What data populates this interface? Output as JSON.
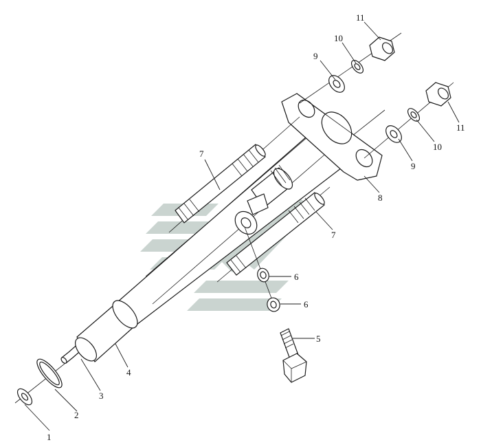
{
  "callouts": {
    "c1": "1",
    "c2": "2",
    "c3": "3",
    "c4": "4",
    "c5": "5",
    "c6a": "6",
    "c6b": "6",
    "c7a": "7",
    "c7b": "7",
    "c8": "8",
    "c9a": "9",
    "c9b": "9",
    "c10a": "10",
    "c10b": "10",
    "c11a": "11",
    "c11b": "11"
  },
  "watermark": {
    "color": "#9fb1ab"
  }
}
